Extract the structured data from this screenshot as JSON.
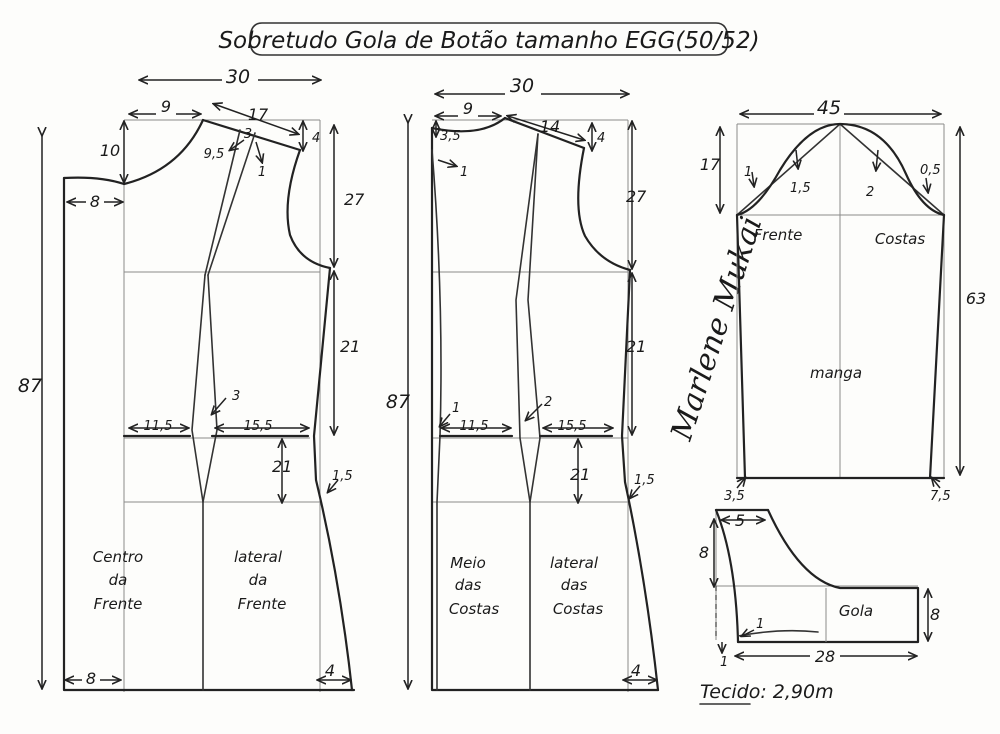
{
  "title": "Sobretudo Gola de Botão tamanho EGG(50/52)",
  "fabric": "Tecido: 2,90m",
  "signature": "Marlene Mukai",
  "front": {
    "width": "30",
    "height": "87",
    "neck_width": "9",
    "neck_depth": "10",
    "shoulder": "17",
    "shoulder_drop": "4",
    "dart_top": "3",
    "dart_offset_a": "9,5",
    "dart_offset_b": "1",
    "hem_ext": "8",
    "armhole": "27",
    "to_waist": "21",
    "waist_left": "11,5",
    "waist_right": "15,5",
    "waist_dart": "3",
    "hip": "21",
    "side_flare": "1,5",
    "bottom_left": "8",
    "bottom_right": "4",
    "label_center_1": "Centro",
    "label_center_2": "da",
    "label_center_3": "Frente",
    "label_side_1": "lateral",
    "label_side_2": "da",
    "label_side_3": "Frente"
  },
  "back": {
    "width": "30",
    "height": "87",
    "neck_width": "9",
    "neck_depth": "3,5",
    "neck_offset": "1",
    "shoulder": "14",
    "shoulder_drop": "4",
    "armhole": "27",
    "to_waist": "21",
    "waist_left": "11,5",
    "waist_right": "15,5",
    "waist_dart": "2",
    "center_offset": "1",
    "hip": "21",
    "side_flare": "1,5",
    "bottom_right": "4",
    "label_center_1": "Meio",
    "label_center_2": "das",
    "label_center_3": "Costas",
    "label_side_1": "lateral",
    "label_side_2": "das",
    "label_side_3": "Costas"
  },
  "sleeve": {
    "width": "45",
    "cap_height": "17",
    "length": "63",
    "cap_left": "1",
    "cap_left_2": "1,5",
    "cap_right": "2",
    "cap_right_2": "0,5",
    "label_front": "Frente",
    "label_back": "Costas",
    "label_name": "manga",
    "cuff_left": "3,5",
    "cuff_right": "7,5"
  },
  "collar": {
    "top": "5",
    "height_left": "8",
    "height_right": "8",
    "length": "28",
    "bottom_left": "1",
    "curve_offset": "1",
    "label_name": "Gola"
  }
}
